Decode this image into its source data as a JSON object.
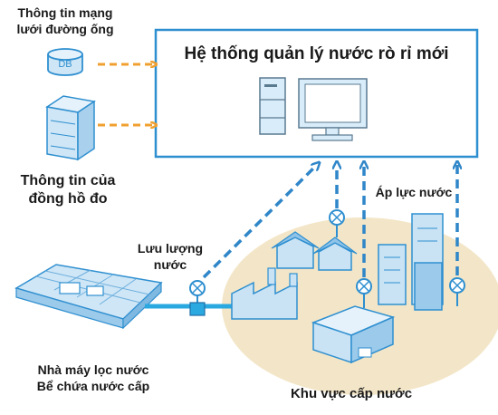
{
  "system": {
    "title": "Hệ thống quản lý nước rò rỉ mới"
  },
  "inputs": {
    "network_info": [
      "Thông tin mạng",
      "lưới đường ống"
    ],
    "db_label": "DB",
    "meter_info": [
      "Thông tin của",
      "đồng hồ đo"
    ]
  },
  "sensors": {
    "flow": [
      "Lưu lượng",
      "nước"
    ],
    "pressure": "Áp lực nước"
  },
  "plant": [
    "Nhà máy lọc nước",
    "Bể chứa nước cấp"
  ],
  "area": "Khu vực cấp nước",
  "colors": {
    "box_border": "#2e8fd0",
    "arrow_orange": "#f0a030",
    "arrow_blue": "#2f86c8",
    "area_fill": "#f3e6c8",
    "building": "#c9e3f5",
    "pipe": "#2aa8e0"
  }
}
